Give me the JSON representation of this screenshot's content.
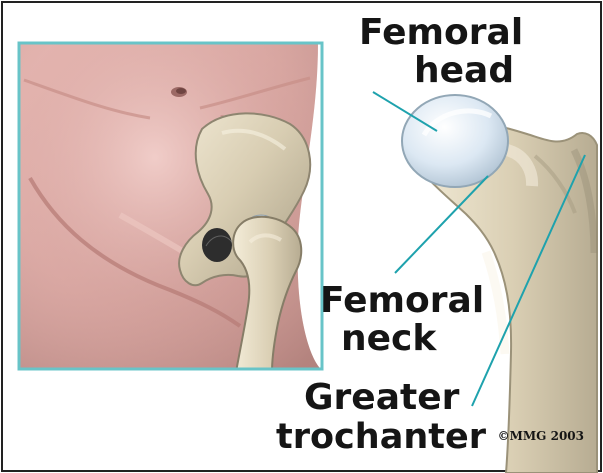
{
  "labels": {
    "femoral_head_line1": "Femoral",
    "femoral_head_line2": "head",
    "femoral_neck_line1": "Femoral",
    "femoral_neck_line2": "neck",
    "greater_trochanter_line1": "Greater",
    "greater_trochanter_line2": "trochanter"
  },
  "copyright": "©MMG 2003",
  "colors": {
    "inset_border": "#68c4c8",
    "leader_line": "#1ea2ad",
    "skin": "#d9a7a2",
    "bone": "#d8cdb2",
    "femoral_head_highlight": "#dce8f3",
    "page_background": "#ffffff",
    "outer_border": "#222222"
  }
}
